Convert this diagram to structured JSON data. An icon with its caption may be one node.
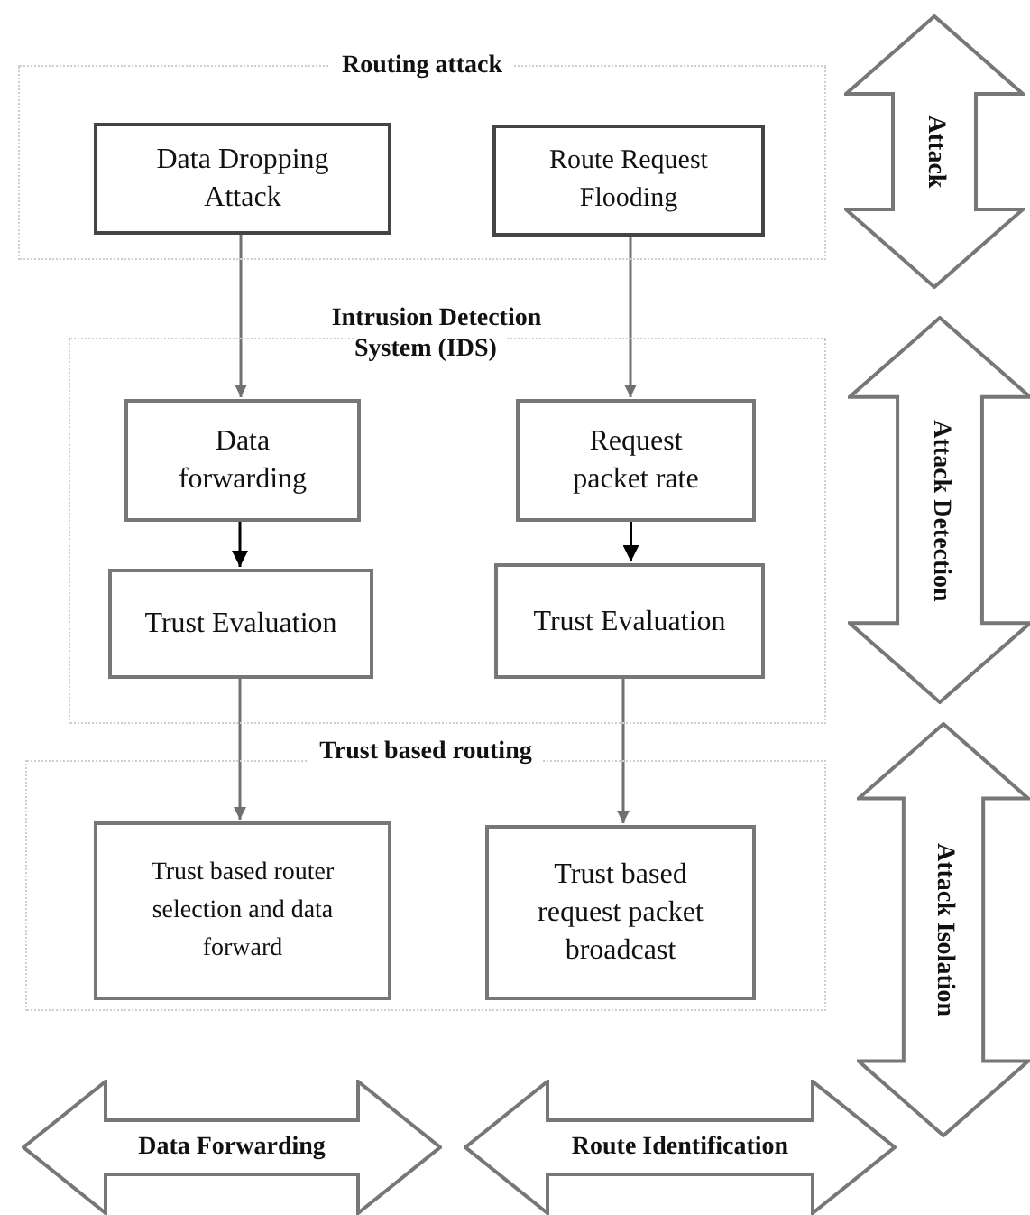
{
  "diagram": {
    "nodes": [
      {
        "text": [
          "Routing attack"
        ]
      },
      {
        "text": [
          "Data Dropping Attack"
        ],
        "in": 0
      },
      {
        "text": [
          "Route Request Flooding"
        ],
        "in": 0
      },
      {
        "text": [
          "Intrusion Detection System (IDS)"
        ]
      },
      {
        "text": [
          "Data forwarding"
        ],
        "in": 3
      },
      {
        "text": [
          "Request packet rate"
        ],
        "in": 3
      },
      {
        "text": [
          "Trust Evaluation"
        ],
        "in": 3
      },
      {
        "text": [
          "Trust Evaluation"
        ],
        "in": 3
      },
      {
        "text": [
          "Trust based routing"
        ]
      },
      {
        "text": [
          "Trust based router selection and data forward"
        ],
        "in": 8
      },
      {
        "text": [
          "Trust based request packet broadcast"
        ],
        "in": 8
      },
      {
        "text": [
          "Attack"
        ]
      },
      {
        "text": [
          "Attack Detection"
        ]
      },
      {
        "text": [
          "Attack Isolation"
        ]
      },
      {
        "text": [
          "Data Forwarding"
        ]
      },
      {
        "text": [
          "Route Identification"
        ]
      }
    ],
    "edges": [
      {
        "from": 1,
        "to": 4,
        "arrow": "to"
      },
      {
        "from": 2,
        "to": 5,
        "arrow": "to"
      },
      {
        "from": 4,
        "to": 6,
        "arrow": "to",
        "color": "#000000"
      },
      {
        "from": 5,
        "to": 7,
        "arrow": "to",
        "color": "#000000"
      },
      {
        "from": 6,
        "to": 9,
        "arrow": "to"
      },
      {
        "from": 7,
        "to": 10,
        "arrow": "to"
      }
    ]
  }
}
